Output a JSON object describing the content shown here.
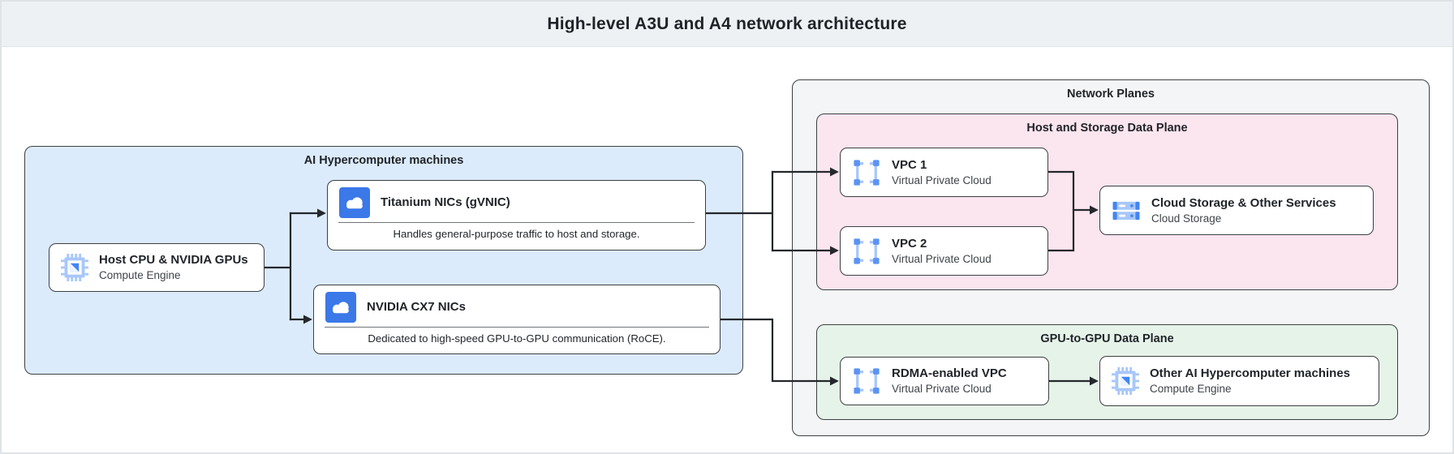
{
  "header": {
    "title": "High-level A3U and A4 network architecture"
  },
  "groups": {
    "machines": {
      "label": "AI Hypercomputer machines"
    },
    "network_planes": {
      "label": "Network Planes"
    },
    "host_storage_plane": {
      "label": "Host and Storage Data Plane"
    },
    "gpu_plane": {
      "label": "GPU-to-GPU Data Plane"
    }
  },
  "nodes": {
    "host_cpu": {
      "title": "Host CPU & NVIDIA GPUs",
      "subtitle": "Compute Engine",
      "icon": "compute-engine-icon"
    },
    "titanium_nic": {
      "title": "Titanium NICs (gVNIC)",
      "description": "Handles general-purpose traffic to host and storage.",
      "icon": "cloud-nic-icon"
    },
    "cx7_nic": {
      "title": "NVIDIA CX7 NICs",
      "description": "Dedicated to high-speed GPU-to-GPU communication (RoCE).",
      "icon": "cloud-nic-icon"
    },
    "vpc1": {
      "title": "VPC 1",
      "subtitle": "Virtual Private Cloud",
      "icon": "vpc-icon"
    },
    "vpc2": {
      "title": "VPC 2",
      "subtitle": "Virtual Private Cloud",
      "icon": "vpc-icon"
    },
    "cloud_storage": {
      "title": "Cloud Storage & Other Services",
      "subtitle": "Cloud Storage",
      "icon": "cloud-storage-icon"
    },
    "rdma_vpc": {
      "title": "RDMA-enabled VPC",
      "subtitle": "Virtual Private Cloud",
      "icon": "vpc-icon"
    },
    "other_machines": {
      "title": "Other AI Hypercomputer machines",
      "subtitle": "Compute Engine",
      "icon": "compute-engine-icon"
    }
  },
  "colors": {
    "page_border": "#dfe3e7",
    "header_fill": "#eef1f3",
    "title_text": "#1f2328",
    "machines_fill": "#dcebfb",
    "planes_fill": "#f4f5f6",
    "host_storage_fill": "#fbe5ee",
    "gpu_plane_fill": "#e6f3e9",
    "box_border": "#3c4043",
    "arrow": "#24282c",
    "icon_blue": "#4285f4",
    "icon_light_blue": "#a8c7fa",
    "icon_mid_blue": "#5b93f3",
    "nic_blue": "#3b78e8",
    "subtitle_text": "#3f4449"
  }
}
